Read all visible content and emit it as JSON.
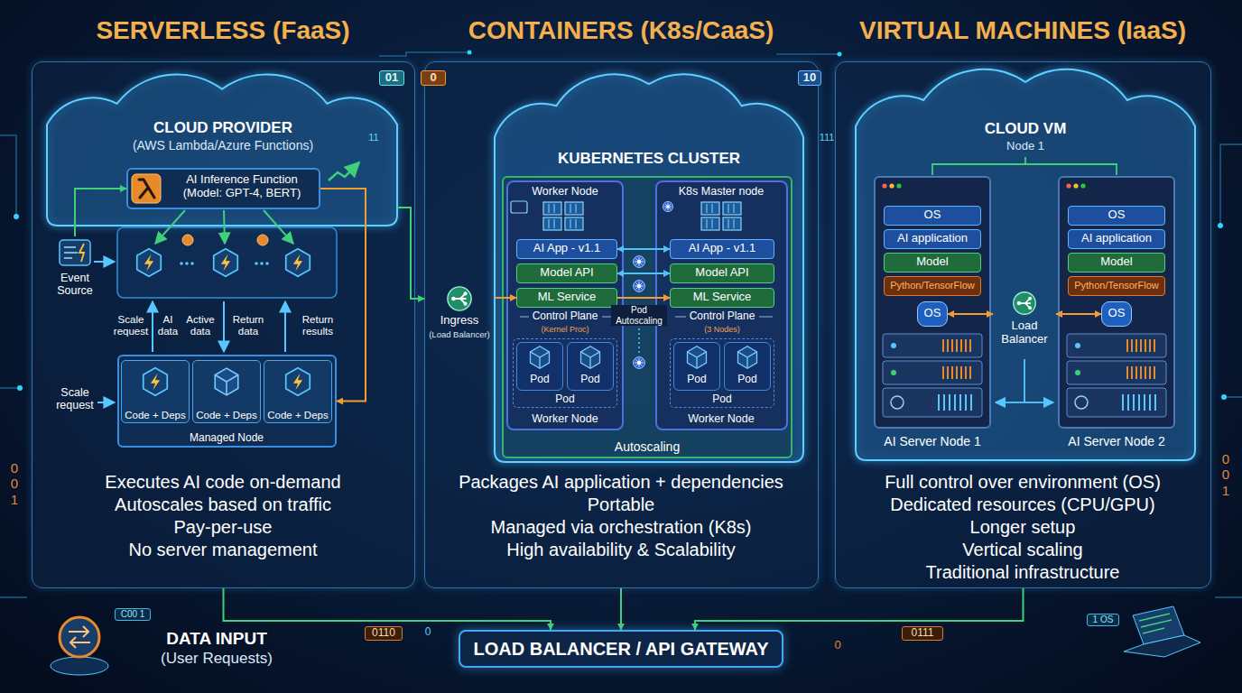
{
  "diagram": {
    "nodes": [
      {
        "text": [
          "SERVERLESS (FaaS)",
          "Executes AI code on-demand",
          "Autoscales based on traffic",
          "Pay-per-use",
          "No server management"
        ]
      },
      {
        "text": [
          "CLOUD PROVIDER",
          "(AWS Lambda/Azure Functions)"
        ],
        "in": 0
      },
      {
        "text": [
          "AI Inference Function (Model: GPT-4, BERT)"
        ],
        "in": 1
      },
      {
        "text": [
          "Event Source"
        ],
        "in": 0
      },
      {
        "text": [
          "Managed Node"
        ],
        "in": 0
      },
      {
        "text": [
          "Code + Deps"
        ],
        "in": 4
      },
      {
        "text": [
          "Code + Deps"
        ],
        "in": 4
      },
      {
        "text": [
          "Code + Deps"
        ],
        "in": 4
      },
      {
        "text": [
          "CONTAINERS (K8s/CaaS)",
          "Packages AI application + dependencies",
          "Portable",
          "Managed via orchestration (K8s)",
          "High availability & Scalability"
        ]
      },
      {
        "text": [
          "Ingress",
          "(Load Balancer)"
        ],
        "in": 8
      },
      {
        "text": [
          "KUBERNETES CLUSTER"
        ],
        "in": 8
      },
      {
        "text": [
          "Autoscaling"
        ],
        "in": 10
      },
      {
        "text": [
          "Worker Node",
          "Worker Node"
        ],
        "in": 11
      },
      {
        "text": [
          "AI App - v1.1"
        ],
        "in": 12
      },
      {
        "text": [
          "Model API"
        ],
        "in": 12
      },
      {
        "text": [
          "ML Service"
        ],
        "in": 12
      },
      {
        "text": [
          "Pod"
        ],
        "in": 12
      },
      {
        "text": [
          "Pod"
        ],
        "in": 16
      },
      {
        "text": [
          "Pod"
        ],
        "in": 16
      },
      {
        "text": [
          "K8s Master node",
          "Worker Node"
        ],
        "in": 11
      },
      {
        "text": [
          "AI App - v1.1"
        ],
        "in": 19
      },
      {
        "text": [
          "Model API"
        ],
        "in": 19
      },
      {
        "text": [
          "ML Service"
        ],
        "in": 19
      },
      {
        "text": [
          "Pod"
        ],
        "in": 19
      },
      {
        "text": [
          "Pod"
        ],
        "in": 23
      },
      {
        "text": [
          "Pod"
        ],
        "in": 23
      },
      {
        "text": [
          "VIRTUAL MACHINES (IaaS)",
          "Full control over environment (OS)",
          "Dedicated resources (CPU/GPU)",
          "Longer setup",
          "Vertical scaling",
          "Traditional infrastructure"
        ]
      },
      {
        "text": [
          "CLOUD VM",
          "Node 1"
        ],
        "in": 26
      },
      {
        "text": [
          "AI Server Node 1"
        ],
        "in": 27
      },
      {
        "text": [
          "OS"
        ],
        "in": 28
      },
      {
        "text": [
          "AI application"
        ],
        "in": 28
      },
      {
        "text": [
          "Model"
        ],
        "in": 28
      },
      {
        "text": [
          "Python/TensorFlow"
        ],
        "in": 28
      },
      {
        "text": [
          "OS"
        ],
        "in": 28
      },
      {
        "text": [
          "Load Balancer"
        ],
        "in": 27
      },
      {
        "text": [
          "AI Server Node 2"
        ],
        "in": 27
      },
      {
        "text": [
          "OS"
        ],
        "in": 35
      },
      {
        "text": [
          "AI application"
        ],
        "in": 35
      },
      {
        "text": [
          "Model"
        ],
        "in": 35
      },
      {
        "text": [
          "Python/TensorFlow"
        ],
        "in": 35
      },
      {
        "text": [
          "OS"
        ],
        "in": 35
      },
      {
        "text": [
          "LOAD BALANCER / API GATEWAY"
        ]
      }
    ],
    "edges": [
      {
        "from": 3,
        "to": 2,
        "arrow": "to"
      },
      {
        "from": 2,
        "to": 4,
        "arrow": "to"
      },
      {
        "from": 1,
        "to": 9,
        "arrow": "to"
      },
      {
        "from": 9,
        "to": 15,
        "arrow": "to"
      },
      {
        "from": 13,
        "to": 20,
        "arrow": "both"
      },
      {
        "from": 14,
        "to": 21,
        "arrow": "both"
      },
      {
        "from": 15,
        "to": 22,
        "arrow": "to"
      },
      {
        "from": 33,
        "to": 34,
        "arrow": "both"
      },
      {
        "from": 34,
        "to": 40,
        "arrow": "both"
      },
      {
        "from": 0,
        "to": 41,
        "arrow": "to"
      },
      {
        "from": 8,
        "to": 41,
        "arrow": "to"
      },
      {
        "from": 26,
        "to": 41,
        "arrow": "to"
      }
    ],
    "labels": [
      "01",
      "0",
      "11",
      "10",
      "111",
      "Scale request",
      "AI data",
      "Active data",
      "Return data",
      "Return results",
      "Scale request",
      "Control Plane",
      "(Kernel Proc)",
      "Pod Autoscaling",
      "Control Plane",
      "(3 Nodes)",
      "0 0 1",
      "0 0 1",
      "C00 1",
      "DATA INPUT",
      "(User Requests)",
      "0110",
      "0",
      "0",
      "0111",
      "1 OS"
    ]
  }
}
